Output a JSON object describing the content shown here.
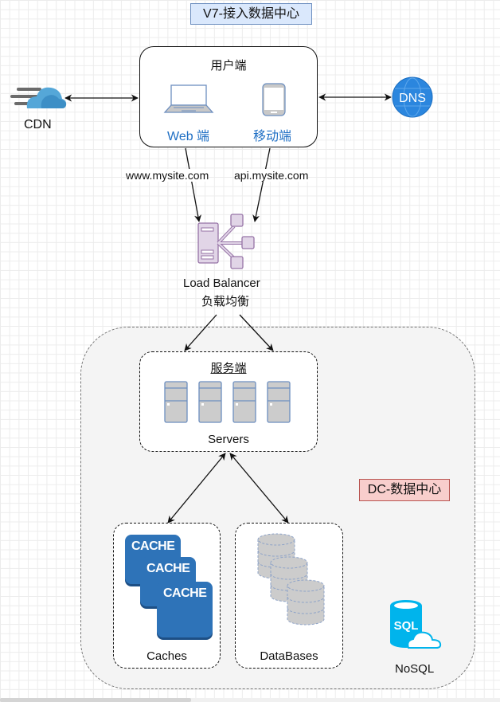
{
  "diagram": {
    "title": "V7-接入数据中心",
    "client": {
      "title": "用户端",
      "web_label": "Web 端",
      "mobile_label": "移动端"
    },
    "cdn_label": "CDN",
    "dns_label": "DNS",
    "edges": {
      "web_domain": "www.mysite.com",
      "api_domain": "api.mysite.com"
    },
    "load_balancer": {
      "label_en": "Load Balancer",
      "label_zh": "负载均衡"
    },
    "data_center": {
      "label": "DC-数据中心",
      "servers": {
        "title": "服务端",
        "label": "Servers",
        "count": 4
      },
      "caches": {
        "label": "Caches",
        "card_text": "CACHE"
      },
      "databases": {
        "label": "DataBases"
      },
      "nosql": {
        "label": "NoSQL",
        "icon_text": "SQL"
      }
    },
    "colors": {
      "title_fill": "#dae8fc",
      "dc_label_fill": "#f8cecc",
      "cache_blue": "#2e73b8",
      "lb_purple": "#e1d5e7",
      "link_blue": "#1f6fc4",
      "nosql_cyan": "#00b4ec"
    }
  }
}
